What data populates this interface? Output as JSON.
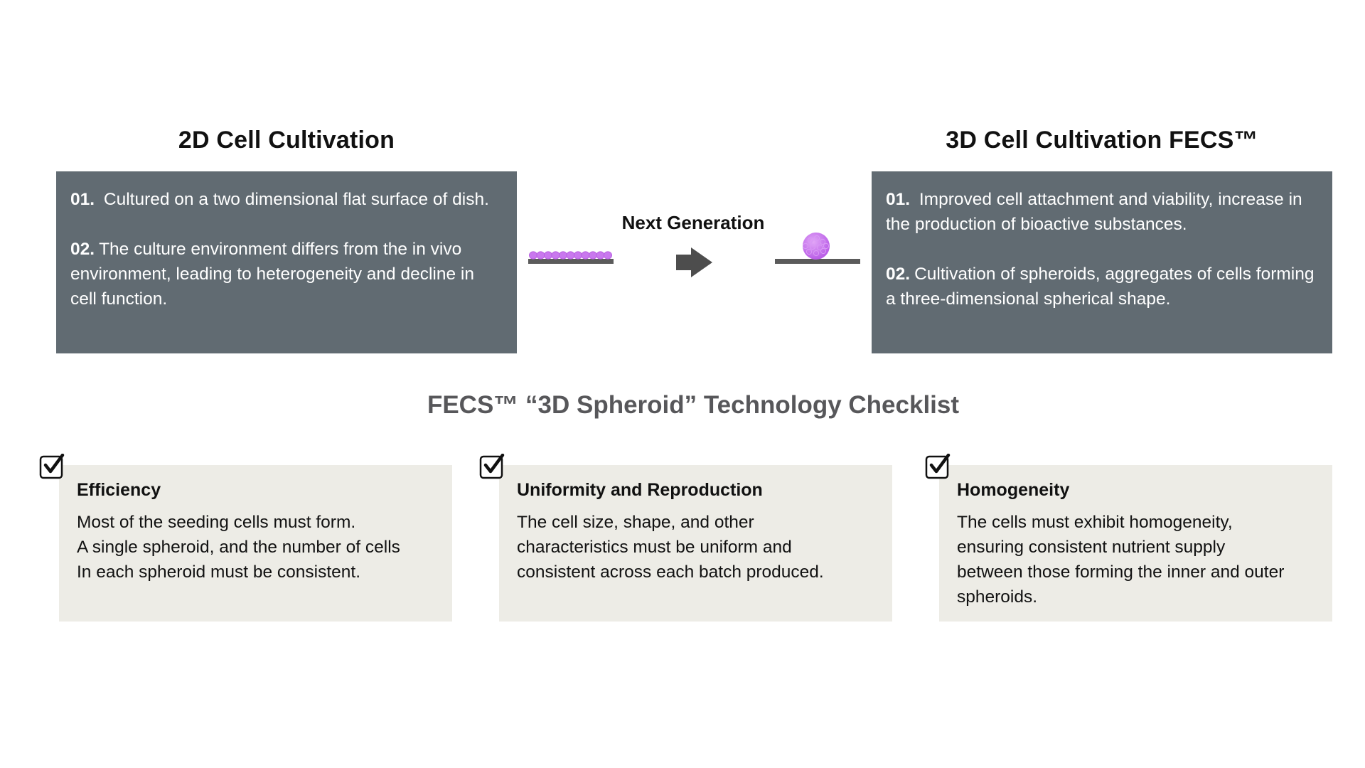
{
  "left": {
    "title": "2D Cell Cultivation",
    "items": [
      {
        "num": "01.",
        "text": "Cultured on a two dimensional flat surface of dish."
      },
      {
        "num": "02.",
        "text": "The culture environment differs from the in vivo environment, leading to heterogeneity and decline in cell function."
      }
    ]
  },
  "right": {
    "title": "3D Cell Cultivation FECS™",
    "items": [
      {
        "num": "01.",
        "text": "Improved cell attachment and viability, increase in the production of bioactive substances."
      },
      {
        "num": "02.",
        "text": "Cultivation of spheroids, aggregates of cells forming a three-dimensional spherical shape."
      }
    ]
  },
  "middle": {
    "label": "Next Generation",
    "arrow_icon": "right-arrow-icon",
    "cell_color": "#c978ee",
    "plate_color": "#5b5b5b"
  },
  "checklist": {
    "title": "FECS™ “3D Spheroid” Technology Checklist",
    "check_icon": "checkbox-checked-icon",
    "cards": [
      {
        "title": "Efficiency",
        "body": "Most of the seeding cells must form.\nA single spheroid, and the number of cells\nIn each spheroid must be consistent."
      },
      {
        "title": "Uniformity and Reproduction",
        "body": "The cell size, shape, and other\ncharacteristics must be uniform and\nconsistent across each batch produced."
      },
      {
        "title": "Homogeneity",
        "body": "The cells must exhibit homogeneity,\nensuring consistent nutrient supply\nbetween those forming the inner and outer\nspheroids."
      }
    ]
  }
}
